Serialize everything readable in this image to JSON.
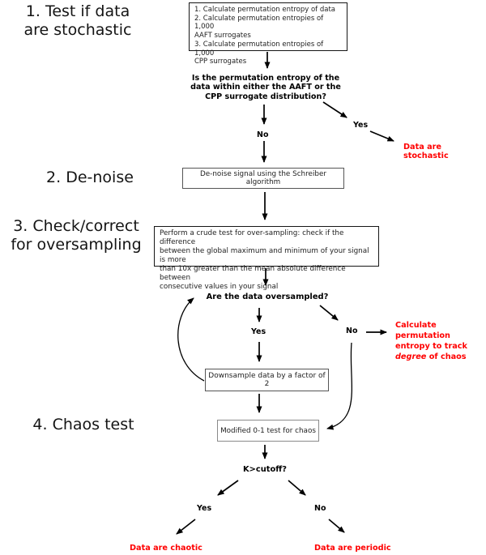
{
  "colors": {
    "accent_red": "#ff0000",
    "line": "#000000",
    "background": "#ffffff"
  },
  "section_labels": {
    "step1": "1. Test if data\nare stochastic",
    "step2": "2. De-noise",
    "step3": "3. Check/correct\nfor oversampling",
    "step4": "4. Chaos test"
  },
  "boxes": {
    "entropy_steps": "1. Calculate permutation entropy of data\n2. Calculate permutation entropies of 1,000\n AAFT surrogates\n3. Calculate permutation entropies of 1,000\nCPP surrogates",
    "denoise": "De-noise signal using the Schreiber algorithm",
    "oversampling_test": "Perform a crude test for over-sampling: check if the difference\nbetween the global maximum and minimum of your signal is more\nthan 10x greater than the mean absolute difference between\nconsecutive values in your signal",
    "downsample": "Downsample data by a factor of 2",
    "chaos_test": "Modified 0-1 test for chaos"
  },
  "questions": {
    "surrogate": "Is the permutation entropy of the\ndata within either the AAFT or the\nCPP surrogate distribution?",
    "oversampled": "Are the data oversampled?",
    "k_cutoff": "K>cutoff?"
  },
  "branches": {
    "surrogate_yes": "Yes",
    "surrogate_no": "No",
    "oversampled_yes": "Yes",
    "oversampled_no": "No",
    "cutoff_yes": "Yes",
    "cutoff_no": "No"
  },
  "outcomes": {
    "stochastic": "Data are stochastic",
    "track_line1": "Calculate permutation",
    "track_line2": "entropy to track",
    "track_line3_italic": "degree",
    "track_line3_rest": " of chaos",
    "chaotic": "Data are chaotic",
    "periodic": "Data are periodic"
  }
}
